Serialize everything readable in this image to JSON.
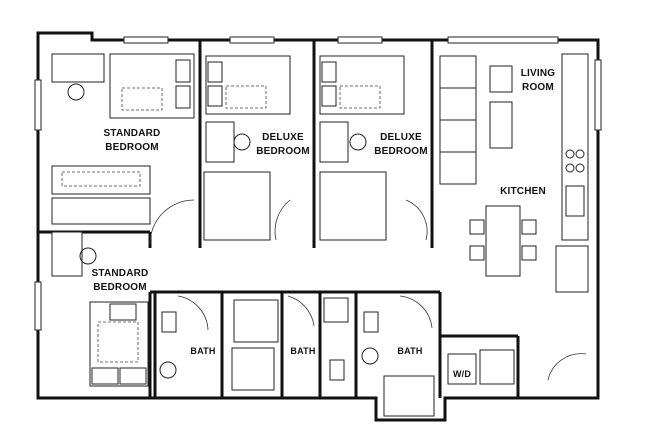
{
  "rooms": {
    "bedroom_1": {
      "line1": "STANDARD",
      "line2": "BEDROOM"
    },
    "bedroom_2": {
      "line1": "DELUXE",
      "line2": "BEDROOM"
    },
    "bedroom_3": {
      "line1": "DELUXE",
      "line2": "BEDROOM"
    },
    "bedroom_4": {
      "line1": "STANDARD",
      "line2": "BEDROOM"
    },
    "living": {
      "line1": "LIVING",
      "line2": "ROOM"
    },
    "kitchen": {
      "label": "KITCHEN"
    },
    "bath_1": {
      "label": "BATH"
    },
    "bath_2": {
      "label": "BATH"
    },
    "bath_3": {
      "label": "BATH"
    },
    "laundry": {
      "label": "W/D"
    }
  }
}
